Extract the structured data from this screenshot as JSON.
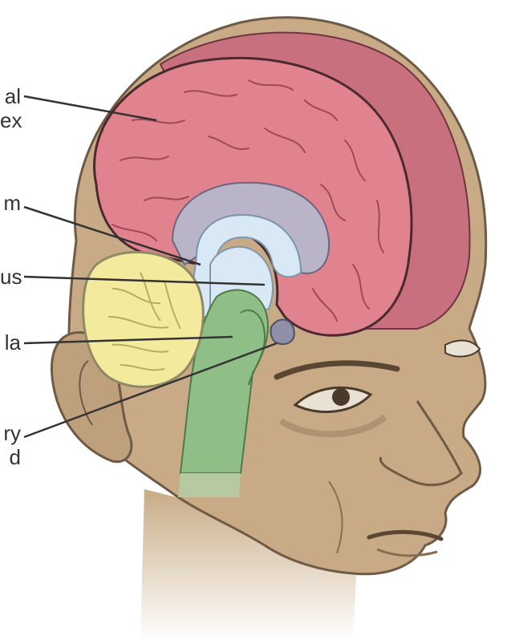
{
  "labels": {
    "cortex": {
      "line1": "al",
      "line2": "ex"
    },
    "callosum": {
      "line1": "m"
    },
    "thalamus": {
      "line1": "us"
    },
    "medulla": {
      "line1": "la"
    },
    "pituitary": {
      "line1": "ry",
      "line2": "d"
    }
  },
  "colors": {
    "skin": "#c8ab86",
    "skin_outline": "#6e5a45",
    "cerebrum": "#e1828f",
    "cerebrum_back": "#c9707f",
    "ventricle": "#d9e8f5",
    "brainstem": "#8fbf86",
    "cerebellum": "#f3ea9e",
    "pituitary": "#8f8fa8"
  }
}
